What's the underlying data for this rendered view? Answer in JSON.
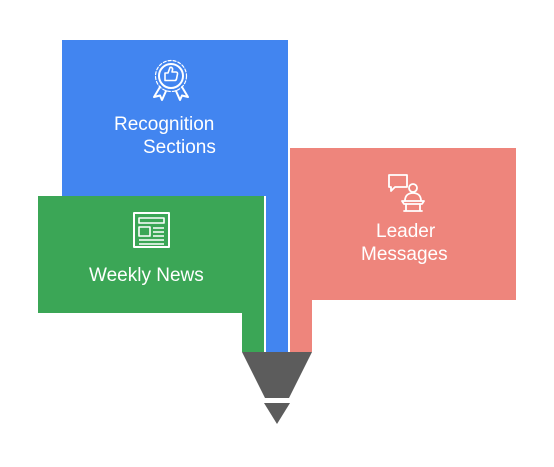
{
  "colors": {
    "blue": "#4285F0",
    "green": "#3BA656",
    "red": "#EE857C",
    "funnel": "#5C5C5C",
    "text": "#ffffff",
    "background": "#ffffff"
  },
  "boxes": {
    "recognition": {
      "line1": "Recognition",
      "line2": "Sections",
      "icon": "award-ribbon-thumbs-up-icon"
    },
    "leader": {
      "line1": "Leader",
      "line2": "Messages",
      "icon": "speaker-podium-chat-icon"
    },
    "weekly": {
      "line1": "Weekly News",
      "icon": "newspaper-icon"
    }
  }
}
